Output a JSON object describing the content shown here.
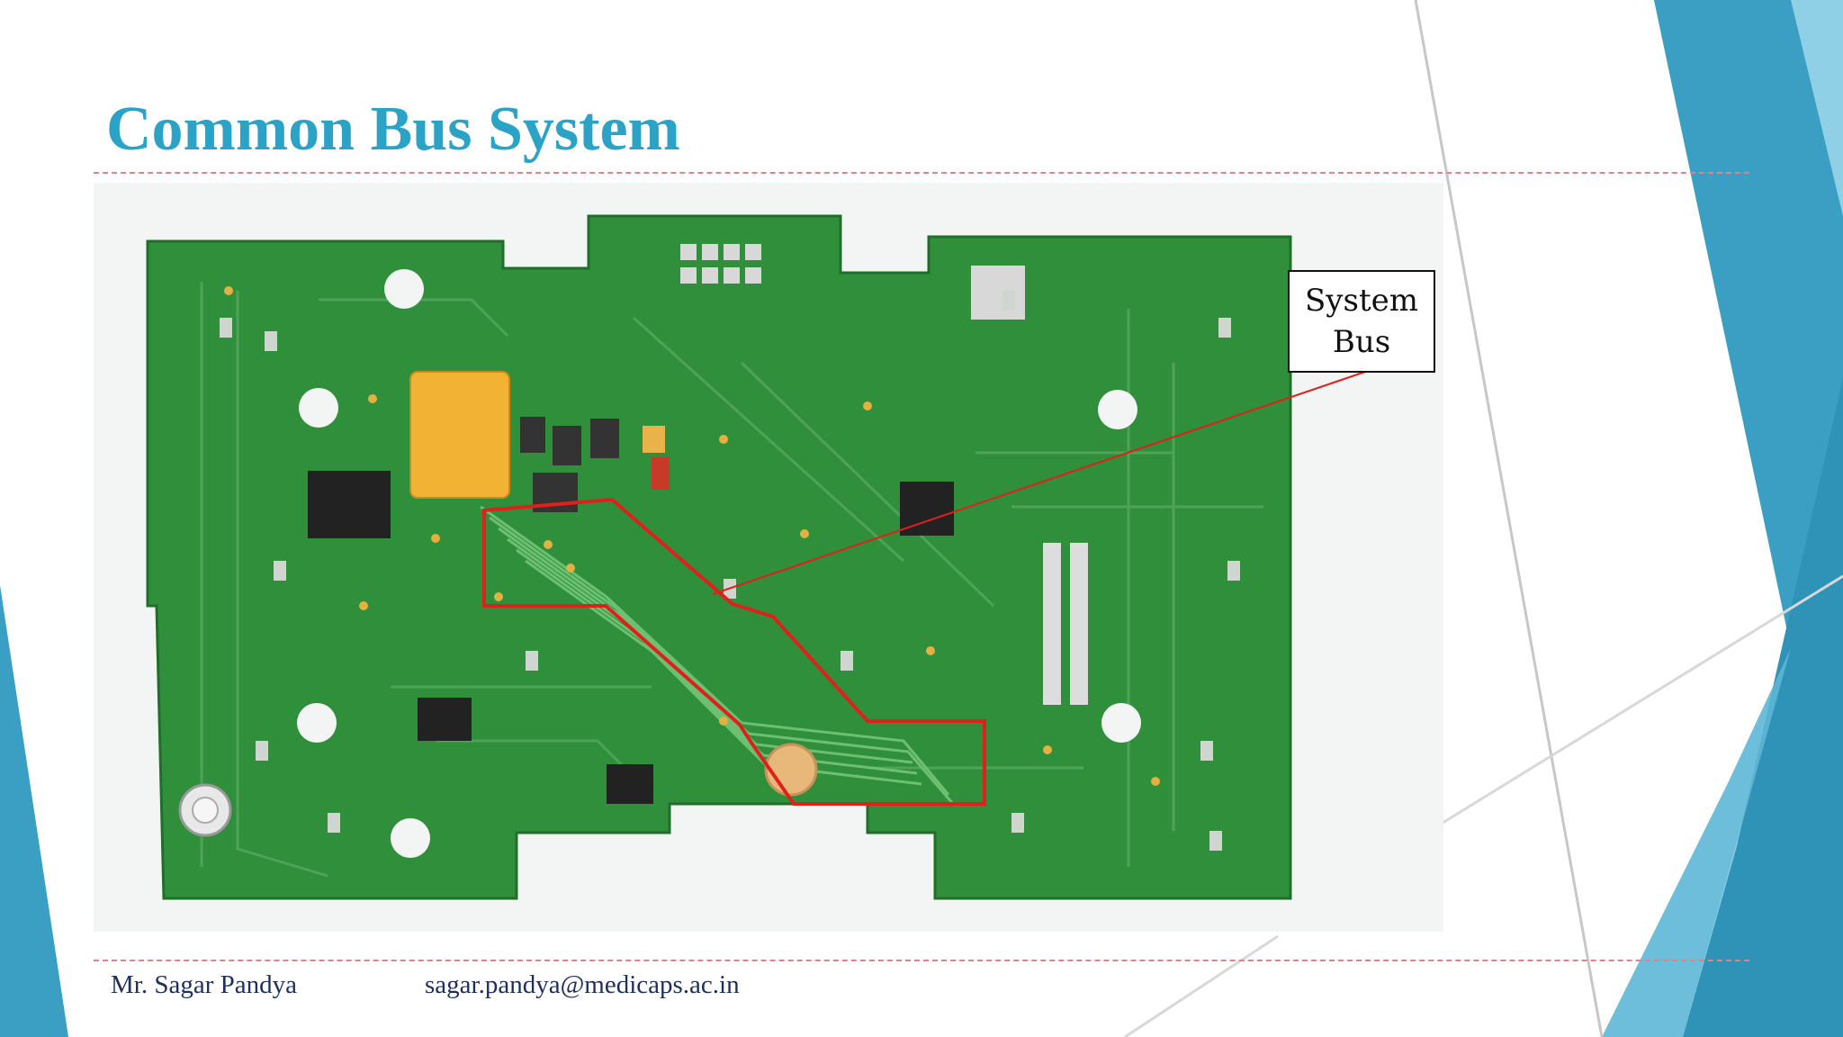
{
  "slide": {
    "title": "Common Bus System",
    "callout": {
      "line1": "System",
      "line2": "Bus"
    },
    "footer": {
      "name": "Mr. Sagar Pandya",
      "email": "sagar.pandya@medicaps.ac.in"
    }
  },
  "colors": {
    "title": "#2ba3c6",
    "accent_teal": "#3a9fc2",
    "accent_light": "#8fd0e6",
    "board_green": "#2f8f3a",
    "highlight_red": "#e0201a",
    "footer_text": "#1f2f5c",
    "divider": "#d9868a"
  },
  "image": {
    "name": "pcb-photo",
    "description_icon": "circuit-board-image"
  }
}
